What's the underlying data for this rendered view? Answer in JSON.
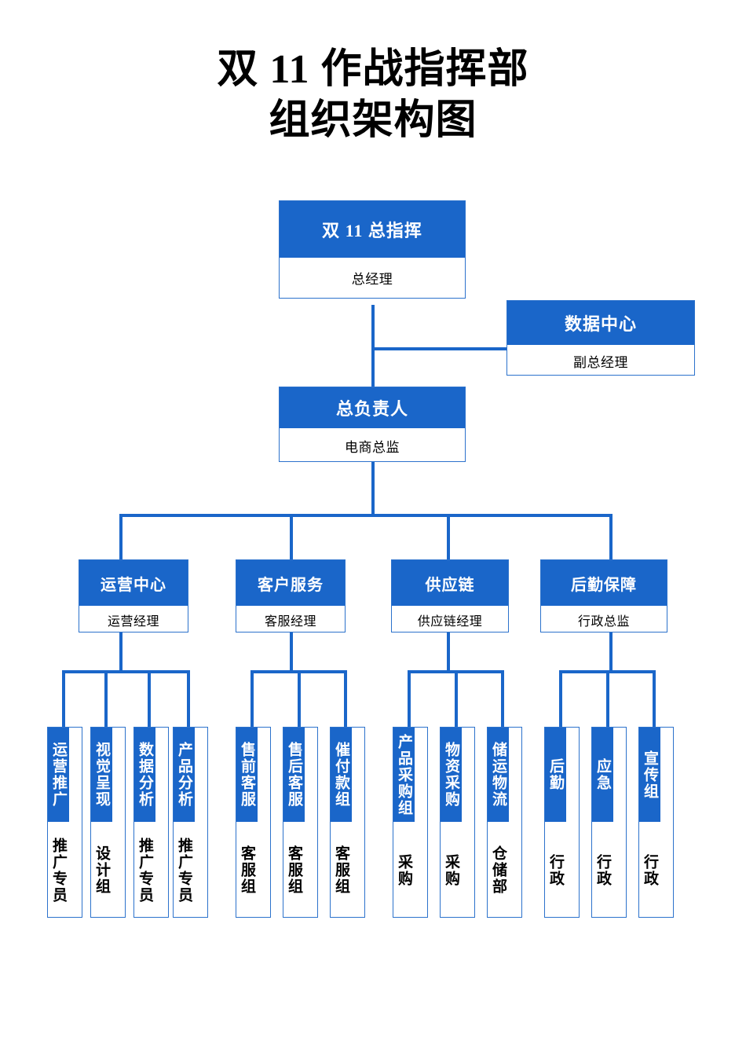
{
  "title": {
    "line1": "双 11 作战指挥部",
    "line2": "组织架构图"
  },
  "colors": {
    "header_blue": "#1A66C9",
    "border_blue": "#2C72CC",
    "connector_blue": "#1A66C9",
    "body_white": "#FFFFFF",
    "text_black": "#000000"
  },
  "chart_data": {
    "type": "diagram",
    "diagram_kind": "org-chart",
    "title": "双 11 作战指挥部 组织架构图",
    "nodes": [
      {
        "id": "root",
        "title": "双 11 总指挥",
        "role": "总经理",
        "level": 0
      },
      {
        "id": "data-center",
        "title": "数据中心",
        "role": "副总经理",
        "level": 1
      },
      {
        "id": "lead",
        "title": "总负责人",
        "role": "电商总监",
        "level": 1
      },
      {
        "id": "ops",
        "title": "运营中心",
        "role": "运营经理",
        "level": 2
      },
      {
        "id": "cs",
        "title": "客户服务",
        "role": "客服经理",
        "level": 2
      },
      {
        "id": "supply",
        "title": "供应链",
        "role": "供应链经理",
        "level": 2
      },
      {
        "id": "logi",
        "title": "后勤保障",
        "role": "行政总监",
        "level": 2
      },
      {
        "id": "ops-1",
        "title": "运营推广",
        "role": "推广专员",
        "level": 3,
        "parent": "ops"
      },
      {
        "id": "ops-2",
        "title": "视觉呈现",
        "role": "设计组",
        "level": 3,
        "parent": "ops"
      },
      {
        "id": "ops-3",
        "title": "数据分析",
        "role": "推广专员",
        "level": 3,
        "parent": "ops"
      },
      {
        "id": "ops-4",
        "title": "产品分析",
        "role": "推广专员",
        "level": 3,
        "parent": "ops"
      },
      {
        "id": "cs-1",
        "title": "售前客服",
        "role": "客服组",
        "level": 3,
        "parent": "cs"
      },
      {
        "id": "cs-2",
        "title": "售后客服",
        "role": "客服组",
        "level": 3,
        "parent": "cs"
      },
      {
        "id": "cs-3",
        "title": "催付款组",
        "role": "客服组",
        "level": 3,
        "parent": "cs"
      },
      {
        "id": "sp-1",
        "title": "产品采购组",
        "role": "采购",
        "level": 3,
        "parent": "supply"
      },
      {
        "id": "sp-2",
        "title": "物资采购",
        "role": "采购",
        "level": 3,
        "parent": "supply"
      },
      {
        "id": "sp-3",
        "title": "储运物流",
        "role": "仓储部",
        "level": 3,
        "parent": "supply"
      },
      {
        "id": "lg-1",
        "title": "后勤",
        "role": "行政",
        "level": 3,
        "parent": "logi"
      },
      {
        "id": "lg-2",
        "title": "应急",
        "role": "行政",
        "level": 3,
        "parent": "logi"
      },
      {
        "id": "lg-3",
        "title": "宣传组",
        "role": "行政",
        "level": 3,
        "parent": "logi"
      }
    ],
    "edges": [
      {
        "from": "root",
        "to": "data-center"
      },
      {
        "from": "root",
        "to": "lead"
      },
      {
        "from": "lead",
        "to": "ops"
      },
      {
        "from": "lead",
        "to": "cs"
      },
      {
        "from": "lead",
        "to": "supply"
      },
      {
        "from": "lead",
        "to": "logi"
      },
      {
        "from": "ops",
        "to": "ops-1"
      },
      {
        "from": "ops",
        "to": "ops-2"
      },
      {
        "from": "ops",
        "to": "ops-3"
      },
      {
        "from": "ops",
        "to": "ops-4"
      },
      {
        "from": "cs",
        "to": "cs-1"
      },
      {
        "from": "cs",
        "to": "cs-2"
      },
      {
        "from": "cs",
        "to": "cs-3"
      },
      {
        "from": "supply",
        "to": "sp-1"
      },
      {
        "from": "supply",
        "to": "sp-2"
      },
      {
        "from": "supply",
        "to": "sp-3"
      },
      {
        "from": "logi",
        "to": "lg-1"
      },
      {
        "from": "logi",
        "to": "lg-2"
      },
      {
        "from": "logi",
        "to": "lg-3"
      }
    ]
  },
  "root": {
    "title": "双 11 总指挥",
    "role": "总经理"
  },
  "data_center": {
    "title": "数据中心",
    "role": "副总经理"
  },
  "lead": {
    "title": "总负责人",
    "role": "电商总监"
  },
  "departments": [
    {
      "title": "运营中心",
      "role": "运营经理"
    },
    {
      "title": "客户服务",
      "role": "客服经理"
    },
    {
      "title": "供应链",
      "role": "供应链经理"
    },
    {
      "title": "后勤保障",
      "role": "行政总监"
    }
  ],
  "teams": {
    "ops": [
      {
        "title": "运营推广",
        "role": "推广专员"
      },
      {
        "title": "视觉呈现",
        "role": "设计组"
      },
      {
        "title": "数据分析",
        "role": "推广专员"
      },
      {
        "title": "产品分析",
        "role": "推广专员"
      }
    ],
    "cs": [
      {
        "title": "售前客服",
        "role": "客服组"
      },
      {
        "title": "售后客服",
        "role": "客服组"
      },
      {
        "title": "催付款组",
        "role": "客服组"
      }
    ],
    "supply": [
      {
        "title": "产品采购组",
        "role": "采购"
      },
      {
        "title": "物资采购",
        "role": "采购"
      },
      {
        "title": "储运物流",
        "role": "仓储部"
      }
    ],
    "logistics": [
      {
        "title": "后勤",
        "role": "行政"
      },
      {
        "title": "应急",
        "role": "行政"
      },
      {
        "title": "宣传组",
        "role": "行政"
      }
    ]
  }
}
